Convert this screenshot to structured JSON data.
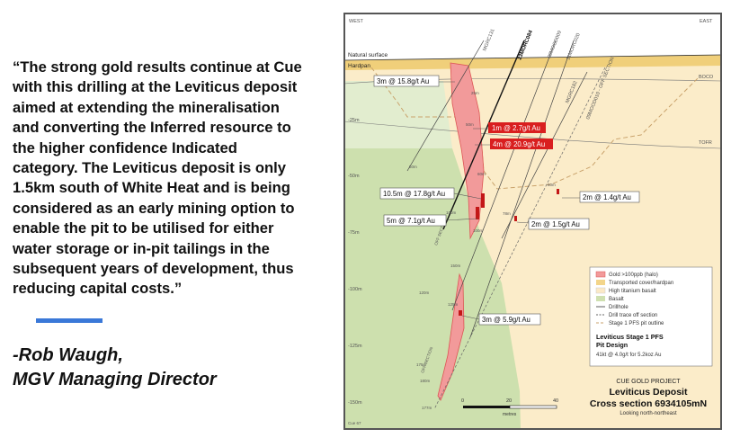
{
  "quote": {
    "lines": [
      "“The strong gold results continue at Cue",
      "with this drilling at the Leviticus deposit",
      "aimed at extending the mineralisation",
      "and converting the Inferred resource to",
      "the higher confidence Indicated",
      "category. The Leviticus deposit is only",
      "1.5km south of White Heat and is being",
      "considered as an early mining option to",
      "enable the pit to be utilised for either",
      "water storage or in-pit tailings in the",
      "subsequent years of development, thus",
      "reducing capital costs.”"
    ]
  },
  "author": {
    "name": "-Rob Waugh,",
    "title": "MGV Managing Director"
  },
  "figure": {
    "west": "WEST",
    "east": "EAST",
    "natural_surface": "Natural surface",
    "hardpan": "Hardpan",
    "boco": "BOCO",
    "tofr": "TOFR",
    "depths": [
      "-25m",
      "-50m",
      "-75m",
      "-100m",
      "-125m",
      "-150m"
    ],
    "drillholes": [
      "MGRC131",
      "23MORC084",
      "08MOOD009",
      "11MORC020",
      "MGRC182",
      "09MOOD010 - OFF SECTION"
    ],
    "depth_marks": [
      "50m",
      "100m",
      "50m",
      "60m",
      "25m",
      "100m",
      "78m",
      "150m",
      "120m",
      "175m",
      "60m",
      "125m",
      "180m",
      "177m"
    ],
    "off_section": "OFF SECTION",
    "intercepts": [
      {
        "text": "3m @ 15.8g/t Au",
        "style": "white"
      },
      {
        "text": "1m @ 2.7g/t Au",
        "style": "red"
      },
      {
        "text": "4m @ 20.9g/t Au",
        "style": "red"
      },
      {
        "text": "10.5m @ 17.8g/t Au",
        "style": "white"
      },
      {
        "text": "2m @ 1.4g/t Au",
        "style": "white"
      },
      {
        "text": "5m @ 7.1g/t Au",
        "style": "white"
      },
      {
        "text": "2m @ 1.5g/t Au",
        "style": "white"
      },
      {
        "text": "3m @ 5.9g/t Au",
        "style": "white"
      }
    ],
    "legend": [
      {
        "label": "Gold >100ppb (halo)",
        "color": "#f29a9a"
      },
      {
        "label": "Transported cover/hardpan",
        "color": "#f3d58a"
      },
      {
        "label": "High titanium basalt",
        "color": "#fbe9c6"
      },
      {
        "label": "Basalt",
        "color": "#cfe0b0"
      },
      {
        "label": "Drillhole",
        "color": "#333333"
      },
      {
        "label": "Drill trace off section",
        "color": "#333333"
      },
      {
        "label": "Stage 1 PFS pit outline",
        "color": "#c9a26b"
      }
    ],
    "pit_title": "Leviticus Stage 1 PFS",
    "pit_title2": "Pit Design",
    "pit_sub": "41kt @ 4.0g/t for 5.2koz Au",
    "project": "CUE GOLD PROJECT",
    "deposit": "Leviticus Deposit",
    "section": "Cross section 6934105mN",
    "looking": "Looking north-northeast",
    "scale": [
      "0",
      "20",
      "40"
    ],
    "scale_unit": "metres",
    "corner": "Cue 67"
  }
}
